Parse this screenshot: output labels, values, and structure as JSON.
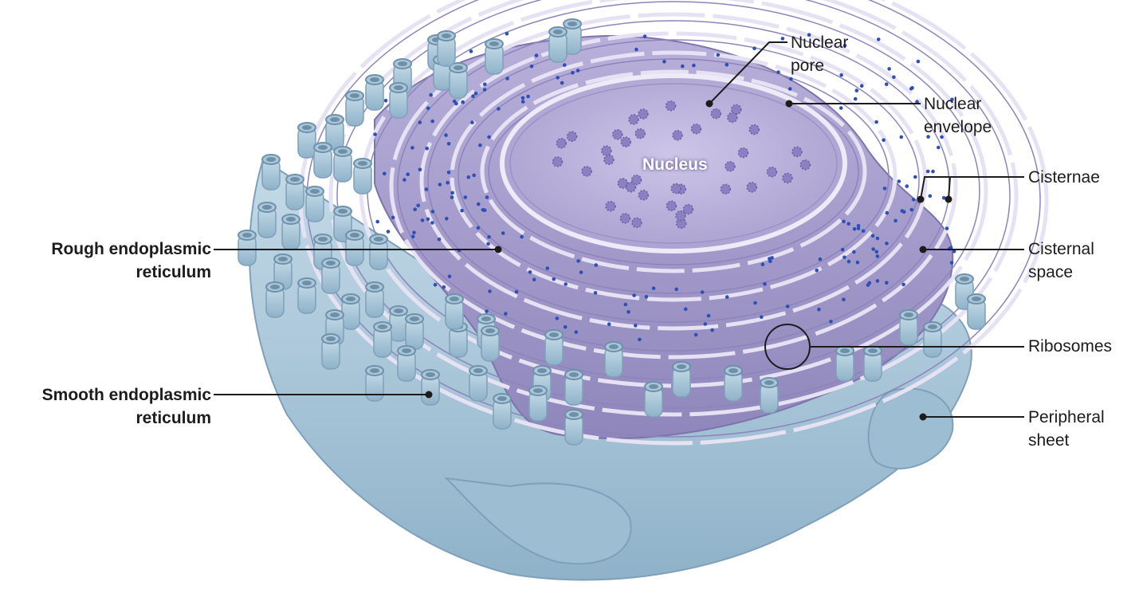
{
  "colors": {
    "smooth_er": "#a9c6da",
    "smooth_er_shade": "#7fa4bd",
    "rough_er": "#a49bc8",
    "rough_er_edge": "#e6e2f4",
    "nucleus": "#bdb5dc",
    "ribosome": "#2e4fb5",
    "leader": "#1c1c1c"
  },
  "labels": {
    "nucleus": "Nucleus",
    "nuclear_pore_1": "Nuclear",
    "nuclear_pore_2": "pore",
    "nuclear_envelope_1": "Nuclear",
    "nuclear_envelope_2": "envelope",
    "cisternae": "Cisternae",
    "cisternal_space_1": "Cisternal",
    "cisternal_space_2": "space",
    "ribosomes": "Ribosomes",
    "peripheral_sheet_1": "Peripheral",
    "peripheral_sheet_2": "sheet",
    "rough_er_1": "Rough endoplasmic",
    "rough_er_2": "reticulum",
    "smooth_er_1": "Smooth endoplasmic",
    "smooth_er_2": "reticulum"
  }
}
